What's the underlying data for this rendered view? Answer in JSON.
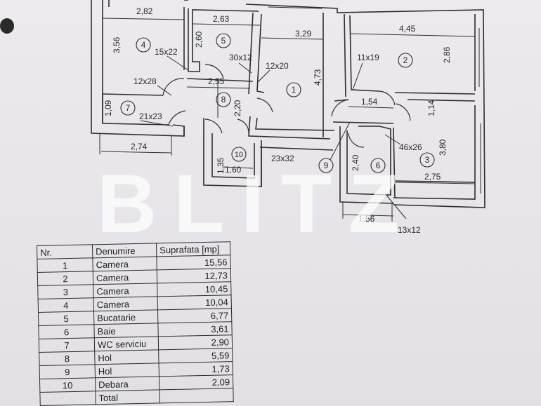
{
  "watermark": "BLITZ",
  "plan": {
    "rooms": [
      {
        "id": "1",
        "label": "1"
      },
      {
        "id": "2",
        "label": "2"
      },
      {
        "id": "3",
        "label": "3"
      },
      {
        "id": "4",
        "label": "4"
      },
      {
        "id": "5",
        "label": "5"
      },
      {
        "id": "6",
        "label": "6"
      },
      {
        "id": "7",
        "label": "7"
      },
      {
        "id": "8",
        "label": "8"
      },
      {
        "id": "9",
        "label": "9"
      },
      {
        "id": "10",
        "label": "10"
      }
    ],
    "dimensions": {
      "d_282": "2,82",
      "d_263": "2,63",
      "d_445": "4,45",
      "d_356": "3,56",
      "d_260": "2,60",
      "d_329": "3,29",
      "d_286": "2,86",
      "d_473": "4,73",
      "d_255": "2,55",
      "d_220": "2,20",
      "d_154": "1,54",
      "d_114": "1,14",
      "d_109": "1,09",
      "d_274": "2,74",
      "d_135": "1,35",
      "d_160": "1,60",
      "d_240": "2,40",
      "d_380": "3,80",
      "d_275": "2,75",
      "d_156": "1,56"
    },
    "openings": {
      "o_15x22": "15x22",
      "o_30x12": "30x12",
      "o_12x20": "12x20",
      "o_11x19": "11x19",
      "o_12x28": "12x28",
      "o_21x23": "21x23",
      "o_46x26": "46x26",
      "o_23x32": "23x32",
      "o_13x12": "13x12"
    }
  },
  "legend": {
    "headers": {
      "nr": "Nr.",
      "name": "Denumire",
      "area": "Suprafata [mp]"
    },
    "rows": [
      {
        "nr": "1",
        "name": "Camera",
        "area": "15,56"
      },
      {
        "nr": "2",
        "name": "Camera",
        "area": "12,73"
      },
      {
        "nr": "3",
        "name": "Camera",
        "area": "10,45"
      },
      {
        "nr": "4",
        "name": "Camera",
        "area": "10,04"
      },
      {
        "nr": "5",
        "name": "Bucatarie",
        "area": "6,77"
      },
      {
        "nr": "6",
        "name": "Baie",
        "area": "3,61"
      },
      {
        "nr": "7",
        "name": "WC serviciu",
        "area": "2,90"
      },
      {
        "nr": "8",
        "name": "Hol",
        "area": "5,59"
      },
      {
        "nr": "9",
        "name": "Hol",
        "area": "1,73"
      },
      {
        "nr": "10",
        "name": "Debara",
        "area": "2,09"
      }
    ],
    "total_label": "Total"
  }
}
